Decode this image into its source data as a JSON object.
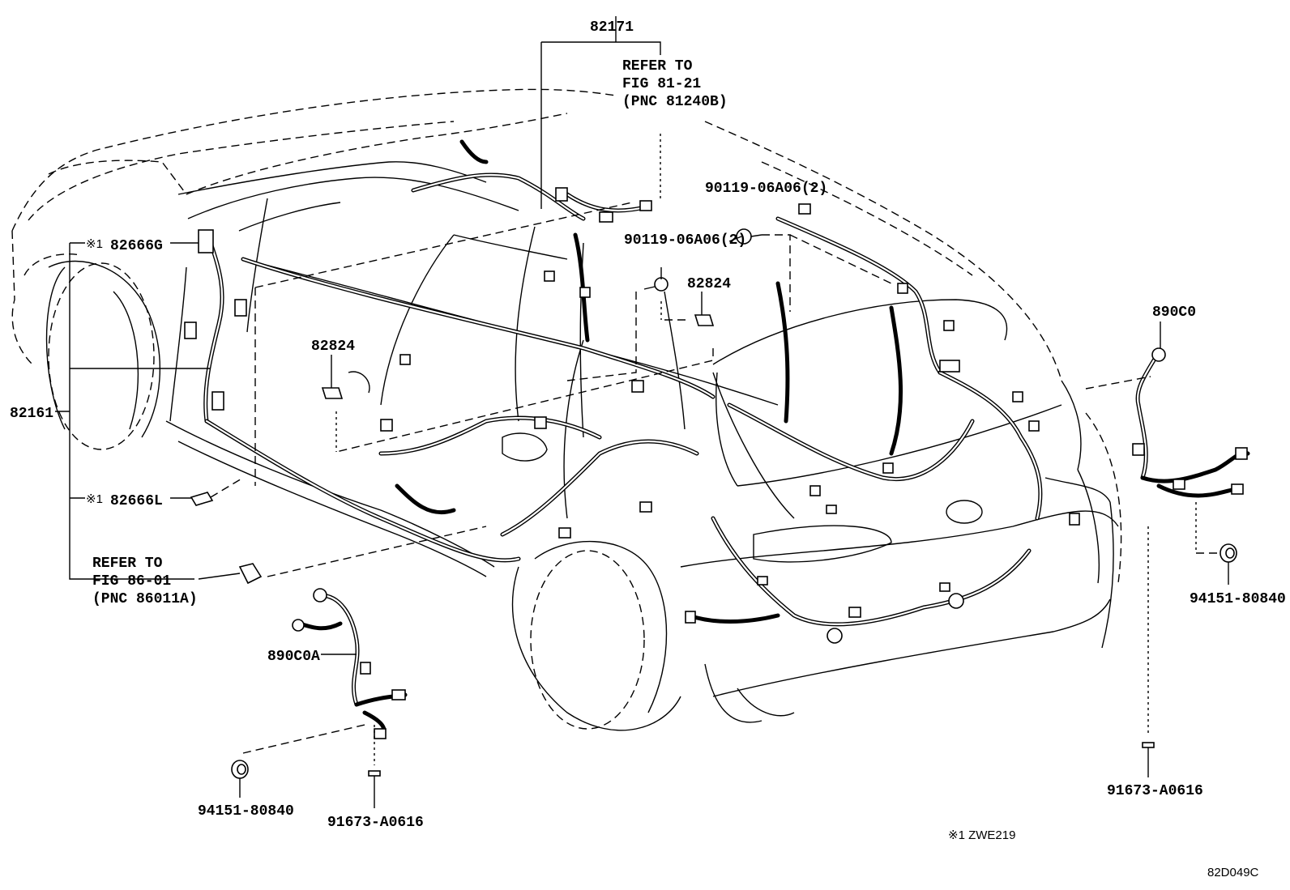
{
  "labels": {
    "wire_82171": "82171",
    "refer_fig_81_line1": "REFER TO",
    "refer_fig_81_line2": "FIG 81-21",
    "refer_fig_81_line3": "(PNC 81240B)",
    "bolt_upper": "90119-06A06(2)",
    "bolt_lower": "90119-06A06(2)",
    "clamp_82824_right": "82824",
    "clamp_82824_left": "82824",
    "mark_82666g": "※1",
    "part_82666g": "82666G",
    "wire_82161": "82161",
    "mark_82666l": "※1",
    "part_82666l": "82666L",
    "refer_fig_86_line1": "REFER TO",
    "refer_fig_86_line2": "FIG 86-01",
    "refer_fig_86_line3": "(PNC 86011A)",
    "sensor_890c0": "890C0",
    "sensor_890c0a": "890C0A",
    "grommet_right": "94151-80840",
    "grommet_left": "94151-80840",
    "bolt_left": "91673-A0616",
    "bolt_right": "91673-A0616",
    "footnote": "※1 ZWE219",
    "figure_code": "82D049C"
  }
}
